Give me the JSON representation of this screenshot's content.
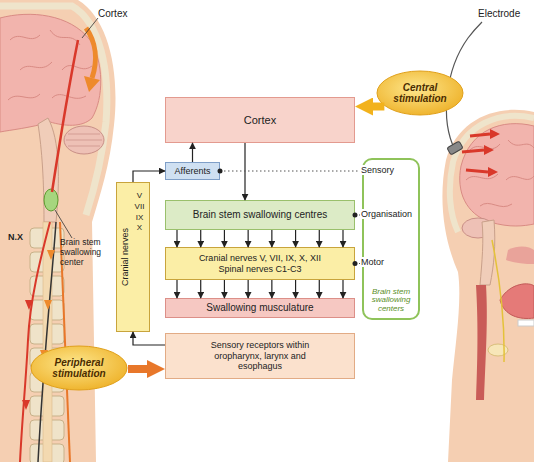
{
  "diagram": {
    "nodes": [
      {
        "text": [
          "Cortex"
        ]
      },
      {
        "text": [
          "Central stimulation"
        ]
      },
      {
        "text": [
          "Afferents"
        ]
      },
      {
        "text": [
          "Cranial nerves",
          "V VII IX X"
        ]
      },
      {
        "text": [
          "Brain stem swallowing centres"
        ]
      },
      {
        "text": [
          "Cranial nerves V, VII, IX, X, XII",
          "Spinal nerves C1-C3"
        ]
      },
      {
        "text": [
          "Swallowing musculature"
        ]
      },
      {
        "text": [
          "Sensory receptors within oropharynx, larynx and esophagus"
        ]
      },
      {
        "text": [
          "Peripheral stimulation"
        ]
      },
      {
        "text": [
          "Brain stem swallowing centers"
        ]
      }
    ],
    "edges": [
      {
        "from": 1,
        "to": 0,
        "arrow": "to"
      },
      {
        "from": 2,
        "to": 0,
        "arrow": "to"
      },
      {
        "from": 0,
        "to": 4,
        "arrow": "to"
      },
      {
        "from": 3,
        "to": 2,
        "arrow": "to"
      },
      {
        "from": 4,
        "to": 5,
        "arrow": "to"
      },
      {
        "from": 4,
        "to": 5,
        "arrow": "to"
      },
      {
        "from": 4,
        "to": 5,
        "arrow": "to"
      },
      {
        "from": 4,
        "to": 5,
        "arrow": "to"
      },
      {
        "from": 4,
        "to": 5,
        "arrow": "to"
      },
      {
        "from": 4,
        "to": 5,
        "arrow": "to"
      },
      {
        "from": 4,
        "to": 5,
        "arrow": "to"
      },
      {
        "from": 4,
        "to": 5,
        "arrow": "to"
      },
      {
        "from": 5,
        "to": 6,
        "arrow": "to"
      },
      {
        "from": 5,
        "to": 6,
        "arrow": "to"
      },
      {
        "from": 5,
        "to": 6,
        "arrow": "to"
      },
      {
        "from": 5,
        "to": 6,
        "arrow": "to"
      },
      {
        "from": 5,
        "to": 6,
        "arrow": "to"
      },
      {
        "from": 5,
        "to": 6,
        "arrow": "to"
      },
      {
        "from": 5,
        "to": 6,
        "arrow": "to"
      },
      {
        "from": 5,
        "to": 6,
        "arrow": "to"
      },
      {
        "from": 7,
        "to": 3,
        "arrow": "to"
      },
      {
        "from": 8,
        "to": 7,
        "arrow": "to"
      },
      {
        "from": 2,
        "to": 9,
        "arrow": "none"
      },
      {
        "from": 4,
        "to": 9,
        "arrow": "none"
      },
      {
        "from": 5,
        "to": 9,
        "arrow": "none"
      }
    ],
    "labels": [
      "Cortex",
      "N.X",
      "Brain stem swallowing center",
      "Electrode",
      "Sensory",
      "Organisation",
      "Motor"
    ]
  }
}
